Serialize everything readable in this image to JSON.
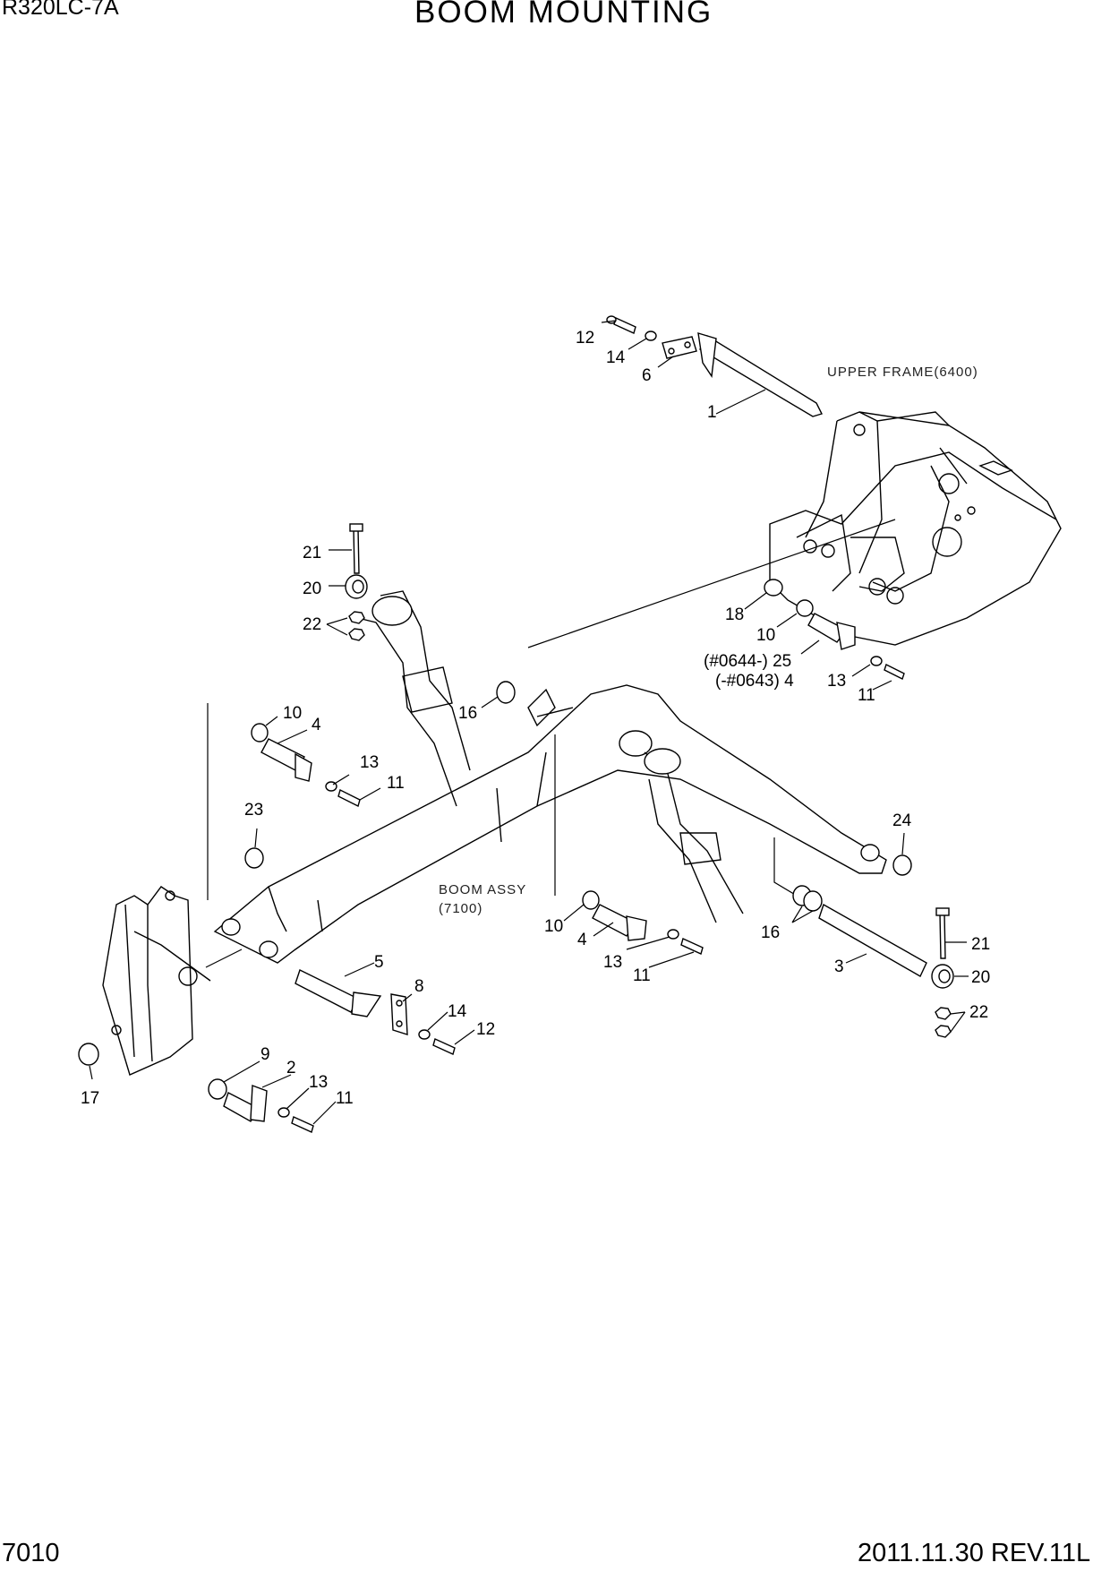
{
  "header": {
    "model": "R320LC-7A",
    "title": "BOOM MOUNTING"
  },
  "footer": {
    "page_number": "7010",
    "revision": "2011.11.30  REV.11L"
  },
  "annotations": {
    "upper_frame": "UPPER FRAME(6400)",
    "boom_assy_line1": "BOOM ASSY",
    "boom_assy_line2": "(7100)"
  },
  "callouts": [
    "12",
    "14",
    "6",
    "1",
    "21",
    "20",
    "22",
    "18",
    "10",
    "(#0644-) 25",
    "(-#0643) 4",
    "13",
    "11",
    "16",
    "10",
    "4",
    "13",
    "11",
    "23",
    "24",
    "10",
    "4",
    "13",
    "11",
    "16",
    "21",
    "3",
    "20",
    "22",
    "5",
    "8",
    "14",
    "12",
    "9",
    "2",
    "13",
    "11",
    "17"
  ]
}
